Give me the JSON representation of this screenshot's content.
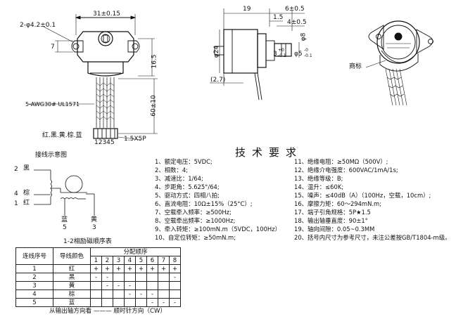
{
  "drawing": {
    "front_view": {
      "dim_width": "31±0.15",
      "dim_holes": "2-φ4.2±0.1",
      "dim_7": "7",
      "dim_16_5": "16.5",
      "dim_lead": "60±10",
      "wire_note": "5-AWG30# UL1571",
      "wire_colors": "红.黑.黄.棕.蓝",
      "connector_pins": "12345",
      "connector_label": "1.5X5P"
    },
    "side_view": {
      "dim_19": "19",
      "dim_6": "6±0.5",
      "dim_1_5": "1.5",
      "dim_4": "4±0.5",
      "dim_dia24": "φ24",
      "dim_dia8": "φ8",
      "dim_3": "3",
      "dim_3_tol_top": "+0",
      "dim_3_tol_bot": "-0.1",
      "dim_dia5": "φ5",
      "dim_dia5_tol_top": "-0",
      "dim_dia5_tol_bot": "-0.1",
      "dim_2_7": "(2.7)"
    },
    "iso_view": {
      "label": "商标"
    },
    "wiring": {
      "title": "接线示意图",
      "pin2": "2",
      "color2": "黑",
      "pin4": "4",
      "color4": "棕",
      "pin1": "1",
      "color1": "红",
      "pin5": "5",
      "color5": "蓝",
      "pin3": "3",
      "color3": "黄",
      "seq_title": "1-2相励磁顺序表"
    }
  },
  "specs": {
    "title": "技术要求",
    "left": [
      "1、额定电压：5VDC;",
      "2、相数：4;",
      "3、减速比：1/64;",
      "4、步距角：5.625°/64;",
      "5、驱动方式：四相八拍;",
      "6、直流电阻：10Ω±15%（25°C）;",
      "7、空载牵入频率：≥500Hz;",
      "8、空载牵出频率：≥1000Hz;",
      "9、牵入转矩：≥100mN.m（5VDC，100Hz）",
      "10、自定位转矩：≥50mN.m;"
    ],
    "right": [
      "11、绝缘电阻：≥50MΩ（500V）;",
      "12、绝缘介电强度：600VAC/1mA/1s;",
      "13、绝缘等级：B;",
      "14、温升：≤60K;",
      "15、噪声：≤40dB（A）（100Hz，空载，10cm）;",
      "16、摩擦力矩：60～294mN.m;",
      "17、端子引角规格：5P★1.5",
      "18、输出轴垂直度：90±1°",
      "19、轴向间隙：0.05~0.3MM",
      "20、括号内尺寸为参考尺寸，未注公差按GB/T1804-m级。"
    ]
  },
  "sequence_table": {
    "header_col1": "连线序号",
    "header_col2": "导线颜色",
    "header_group": "分配顺序",
    "steps": [
      "1",
      "2",
      "3",
      "4",
      "5",
      "6",
      "7",
      "8"
    ],
    "rows": [
      {
        "no": "1",
        "color": "红",
        "cells": [
          "+",
          "+",
          "+",
          "+",
          "+",
          "+",
          "+",
          "+"
        ]
      },
      {
        "no": "2",
        "color": "黑",
        "cells": [
          "-",
          "-",
          "",
          "",
          "",
          "",
          "",
          "-"
        ]
      },
      {
        "no": "3",
        "color": "黄",
        "cells": [
          "",
          "-",
          "-",
          "-",
          "",
          "",
          "",
          ""
        ]
      },
      {
        "no": "4",
        "color": "棕",
        "cells": [
          "",
          "",
          "",
          "-",
          "-",
          "-",
          "",
          ""
        ]
      },
      {
        "no": "5",
        "color": "蓝",
        "cells": [
          "",
          "",
          "",
          "",
          "",
          "-",
          "-",
          "-"
        ]
      }
    ],
    "caption": "从输出轴方向看 ——— 顺时针方向（CW）"
  }
}
